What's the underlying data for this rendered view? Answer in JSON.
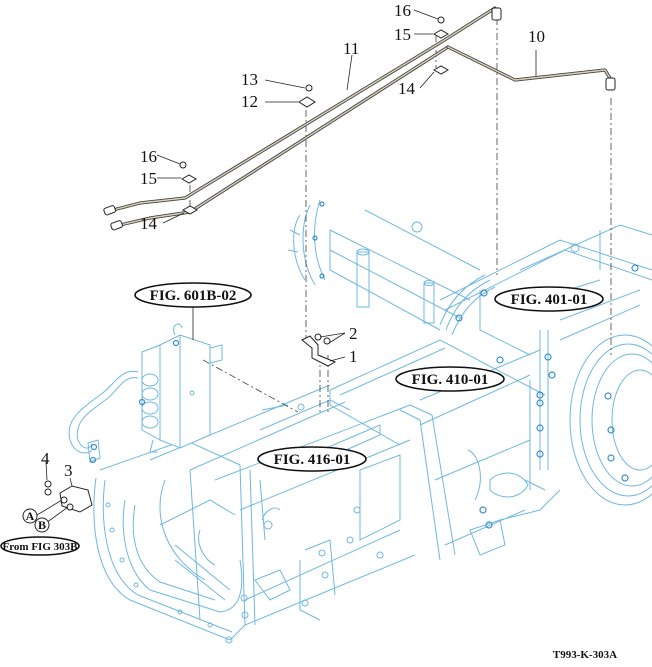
{
  "diagram": {
    "title": "Exploded parts view — transmission hydraulic lines",
    "drawing_id": "T993-K-303A",
    "colors": {
      "housing_lines": "#6fb8e0",
      "callouts": "#111111",
      "pipes": "#444444"
    },
    "callouts": [
      {
        "id": "c1",
        "number": "1",
        "part": "bracket"
      },
      {
        "id": "c2",
        "number": "2",
        "part": "bolts"
      },
      {
        "id": "c3",
        "number": "3",
        "part": "connector block"
      },
      {
        "id": "c4",
        "number": "4",
        "part": "bolts"
      },
      {
        "id": "c10",
        "number": "10",
        "part": "hydraulic pipe"
      },
      {
        "id": "c11",
        "number": "11",
        "part": "hydraulic pipe"
      },
      {
        "id": "c12",
        "number": "12",
        "part": "clamp plate"
      },
      {
        "id": "c13",
        "number": "13",
        "part": "bolt"
      },
      {
        "id": "c14a",
        "number": "14",
        "part": "clamp lower (rear)"
      },
      {
        "id": "c14b",
        "number": "14",
        "part": "clamp lower (front)"
      },
      {
        "id": "c15a",
        "number": "15",
        "part": "clamp upper (rear)"
      },
      {
        "id": "c15b",
        "number": "15",
        "part": "clamp upper (front)"
      },
      {
        "id": "c16a",
        "number": "16",
        "part": "bolt (rear)"
      },
      {
        "id": "c16b",
        "number": "16",
        "part": "bolt (front)"
      }
    ],
    "figure_refs": [
      {
        "id": "fig601",
        "label": "FIG. 601B-02"
      },
      {
        "id": "fig401",
        "label": "FIG. 401-01"
      },
      {
        "id": "fig410",
        "label": "FIG. 410-01"
      },
      {
        "id": "fig416",
        "label": "FIG. 416-01"
      },
      {
        "id": "from303",
        "label": "From FIG 303B"
      }
    ],
    "port_markers": [
      {
        "id": "portA",
        "label": "A"
      },
      {
        "id": "portB",
        "label": "B"
      }
    ]
  }
}
